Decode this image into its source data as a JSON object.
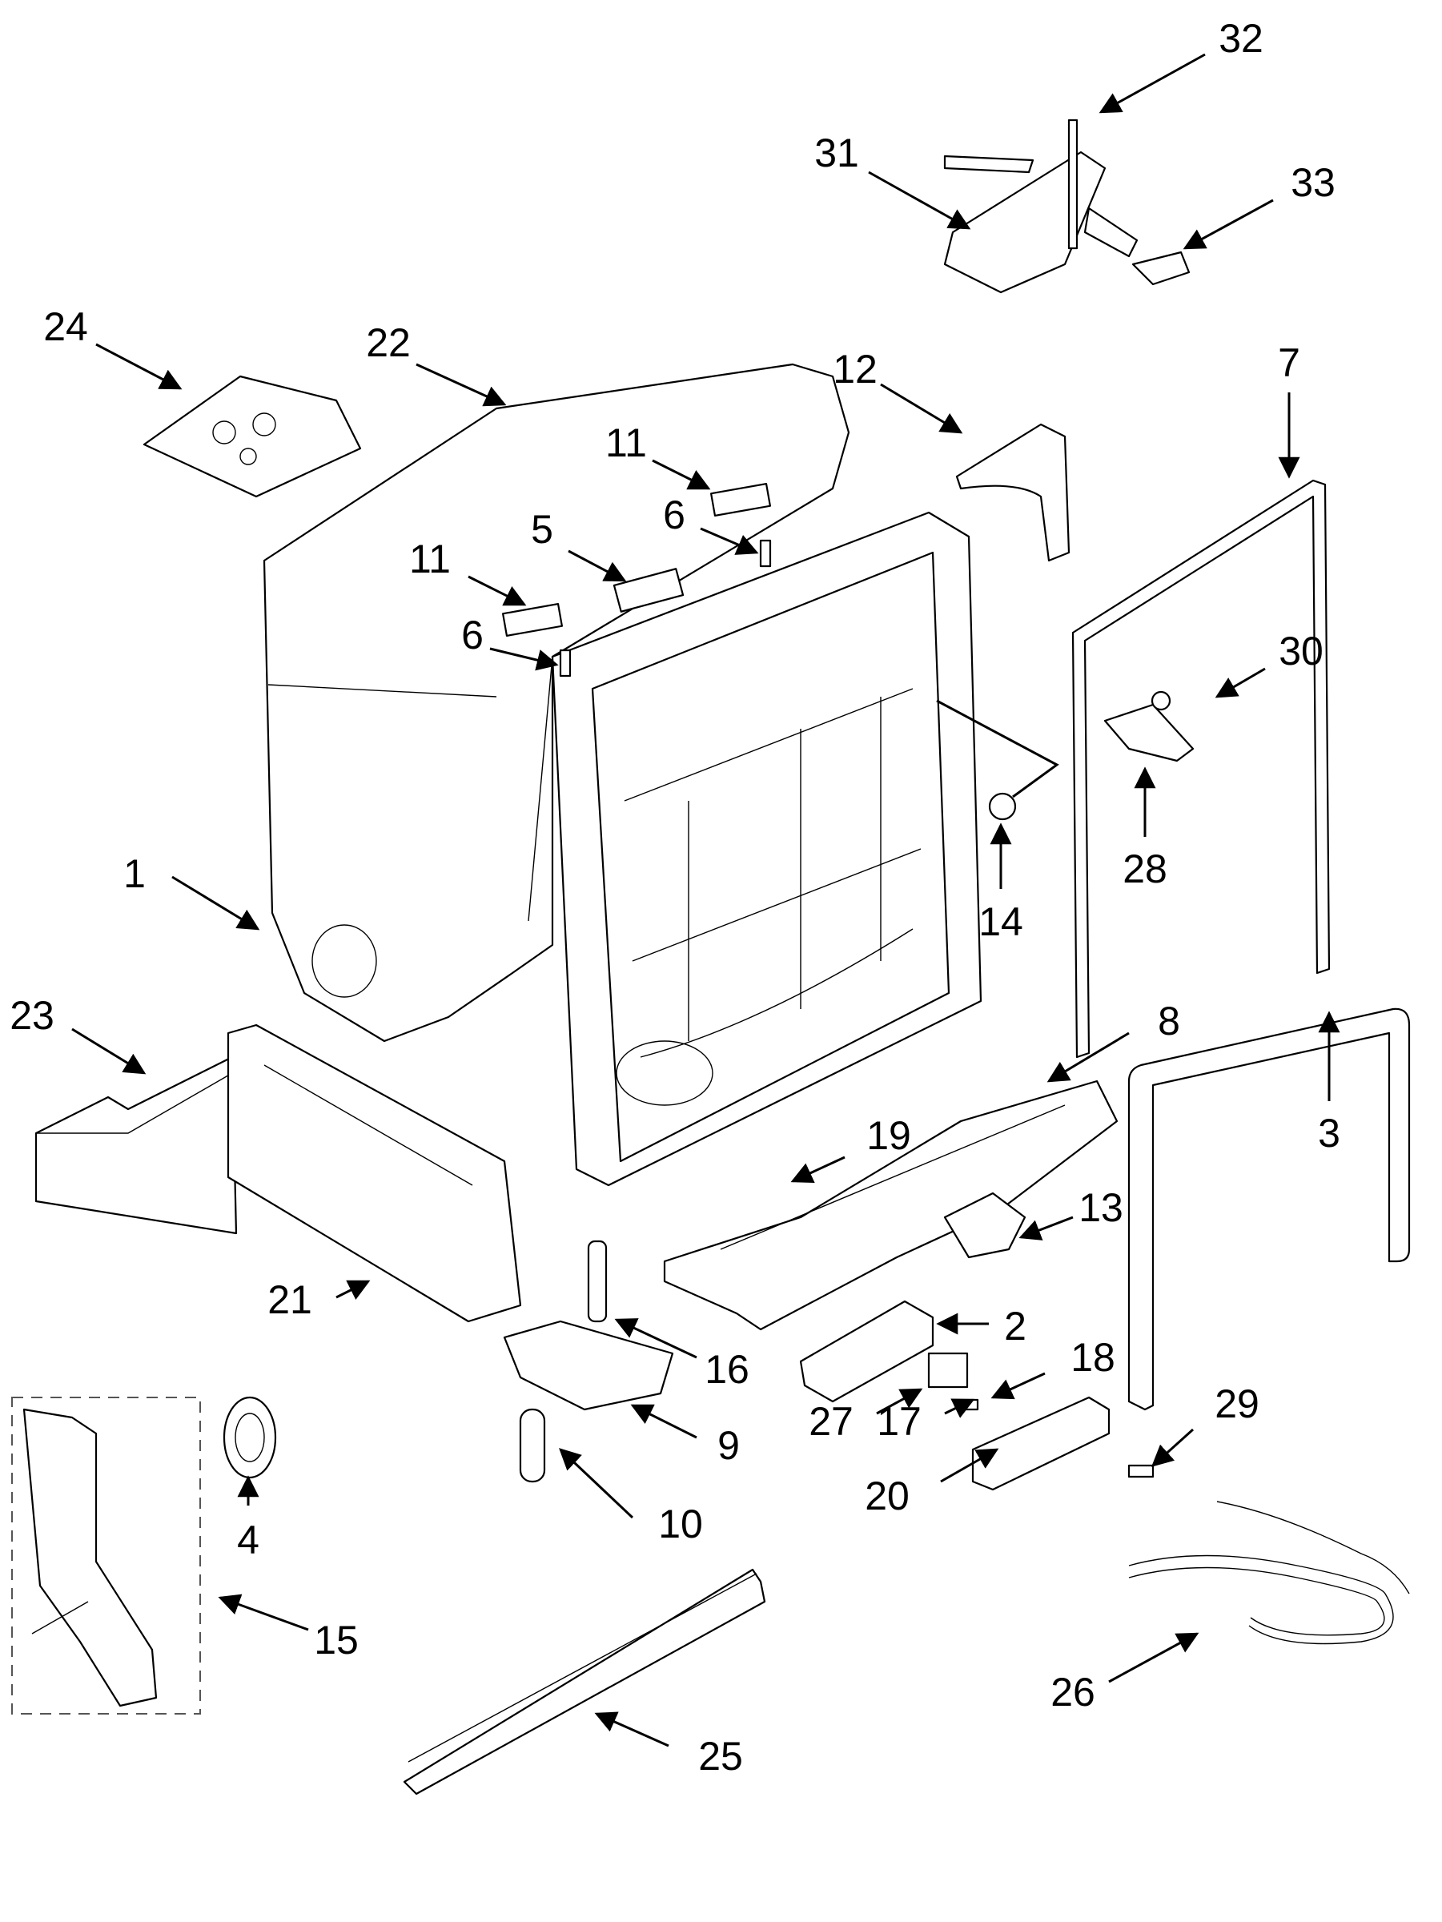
{
  "diagram": {
    "colors": {
      "line": "#000000",
      "fill": "#ffffff",
      "dashed_box": "#555555"
    },
    "callouts": [
      {
        "id": "1",
        "label": "1"
      },
      {
        "id": "2",
        "label": "2"
      },
      {
        "id": "3",
        "label": "3"
      },
      {
        "id": "4",
        "label": "4"
      },
      {
        "id": "5",
        "label": "5"
      },
      {
        "id": "6a",
        "label": "6"
      },
      {
        "id": "6b",
        "label": "6"
      },
      {
        "id": "7",
        "label": "7"
      },
      {
        "id": "8",
        "label": "8"
      },
      {
        "id": "9",
        "label": "9"
      },
      {
        "id": "10",
        "label": "10"
      },
      {
        "id": "11a",
        "label": "11"
      },
      {
        "id": "11b",
        "label": "11"
      },
      {
        "id": "12",
        "label": "12"
      },
      {
        "id": "13",
        "label": "13"
      },
      {
        "id": "14",
        "label": "14"
      },
      {
        "id": "15",
        "label": "15"
      },
      {
        "id": "16",
        "label": "16"
      },
      {
        "id": "17",
        "label": "17"
      },
      {
        "id": "18",
        "label": "18"
      },
      {
        "id": "19",
        "label": "19"
      },
      {
        "id": "20",
        "label": "20"
      },
      {
        "id": "21",
        "label": "21"
      },
      {
        "id": "22",
        "label": "22"
      },
      {
        "id": "23",
        "label": "23"
      },
      {
        "id": "24",
        "label": "24"
      },
      {
        "id": "25",
        "label": "25"
      },
      {
        "id": "26",
        "label": "26"
      },
      {
        "id": "27",
        "label": "27"
      },
      {
        "id": "28",
        "label": "28"
      },
      {
        "id": "29",
        "label": "29"
      },
      {
        "id": "30",
        "label": "30"
      },
      {
        "id": "31",
        "label": "31"
      },
      {
        "id": "32",
        "label": "32"
      },
      {
        "id": "33",
        "label": "33"
      }
    ]
  }
}
